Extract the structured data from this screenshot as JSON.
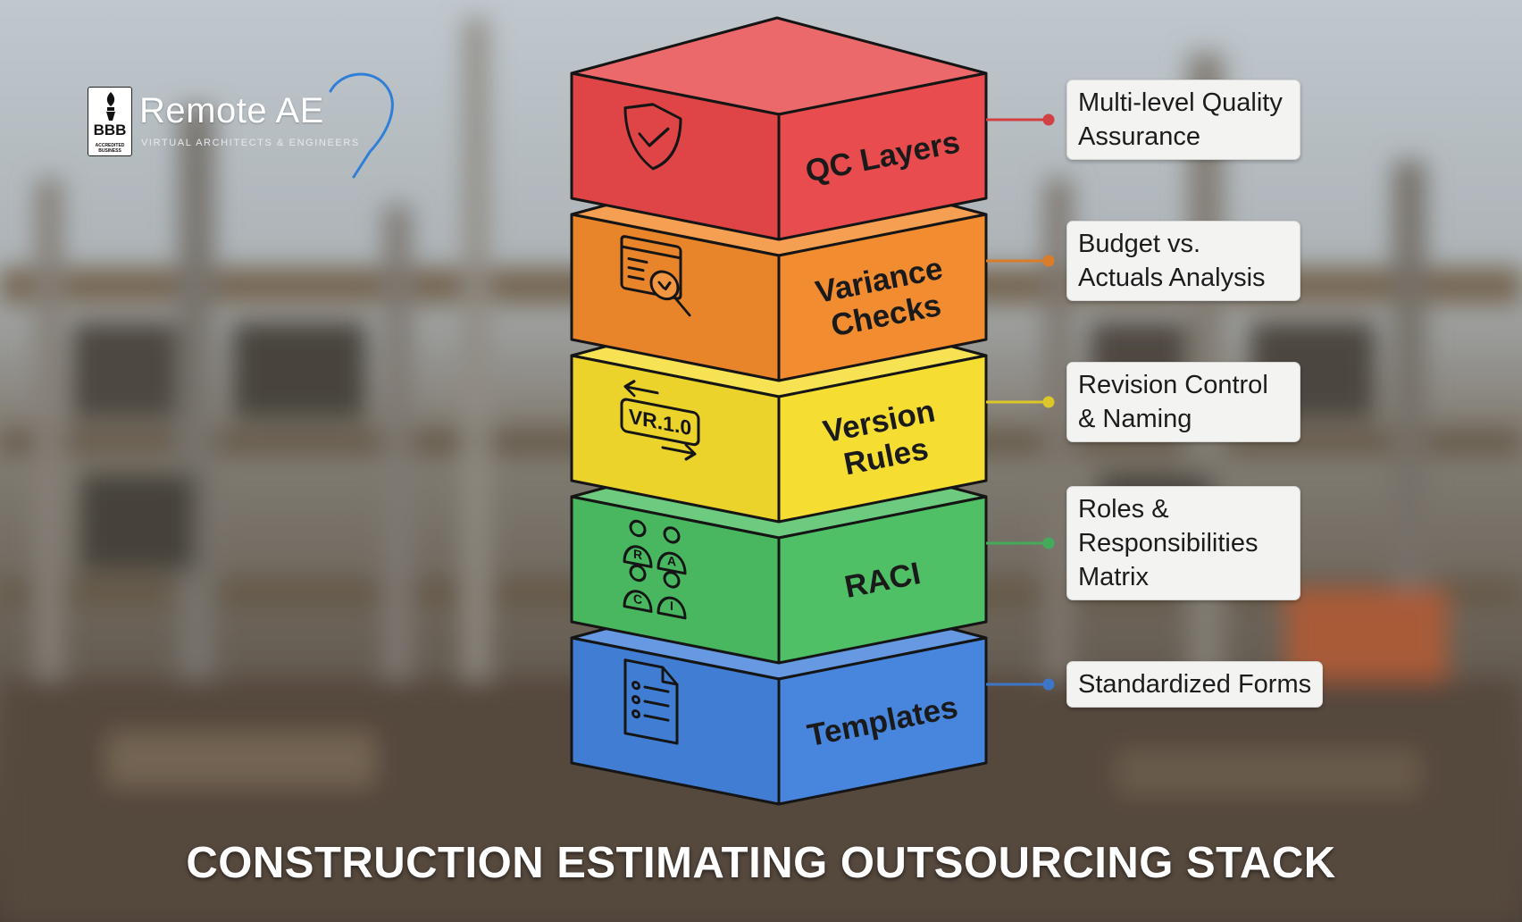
{
  "brand": {
    "name": "Remote AE",
    "tagline": "VIRTUAL ARCHITECTS & ENGINEERS",
    "badge": "BBB",
    "badge_sub": "ACCREDITED BUSINESS"
  },
  "title": "CONSTRUCTION ESTIMATING OUTSOURCING STACK",
  "layers": [
    {
      "title_lines": [
        "QC Layers"
      ],
      "description": "Multi-level Quality Assurance",
      "color": "#e8484a",
      "icon": "shield-check-icon"
    },
    {
      "title_lines": [
        "Variance",
        "Checks"
      ],
      "description": "Budget vs. Actuals Analysis",
      "color": "#f28a2c",
      "icon": "magnifier-document-icon"
    },
    {
      "title_lines": [
        "Version",
        "Rules"
      ],
      "description": "Revision Control & Naming",
      "color": "#f5dc2e",
      "icon": "version-tag-icon",
      "icon_text": "VR.1.0"
    },
    {
      "title_lines": [
        "RACI"
      ],
      "description": "Roles & Responsibilities Matrix",
      "color": "#4cbf63",
      "icon": "raci-people-icon",
      "icon_letters": [
        "R",
        "A",
        "C",
        "I"
      ]
    },
    {
      "title_lines": [
        "Templates"
      ],
      "description": "Standardized Forms",
      "color": "#4483dc",
      "icon": "form-document-icon"
    }
  ]
}
